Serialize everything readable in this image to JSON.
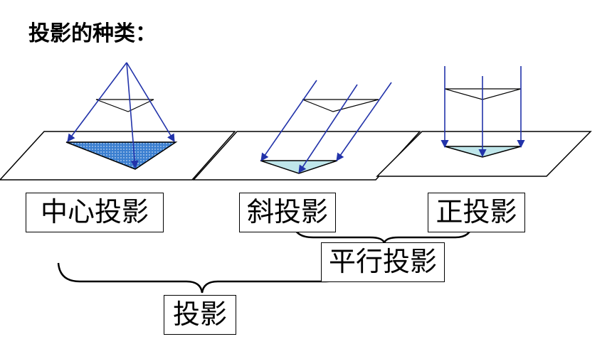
{
  "title": "投影的种类：",
  "labels": {
    "central": "中心投影",
    "oblique": "斜投影",
    "orthographic": "正投影",
    "parallel": "平行投影",
    "projection": "投影"
  },
  "colors": {
    "ray": "#2233aa",
    "central_fill": "#3b7fd0",
    "parallel_fill": "#bfe6ea",
    "line": "#000000"
  }
}
